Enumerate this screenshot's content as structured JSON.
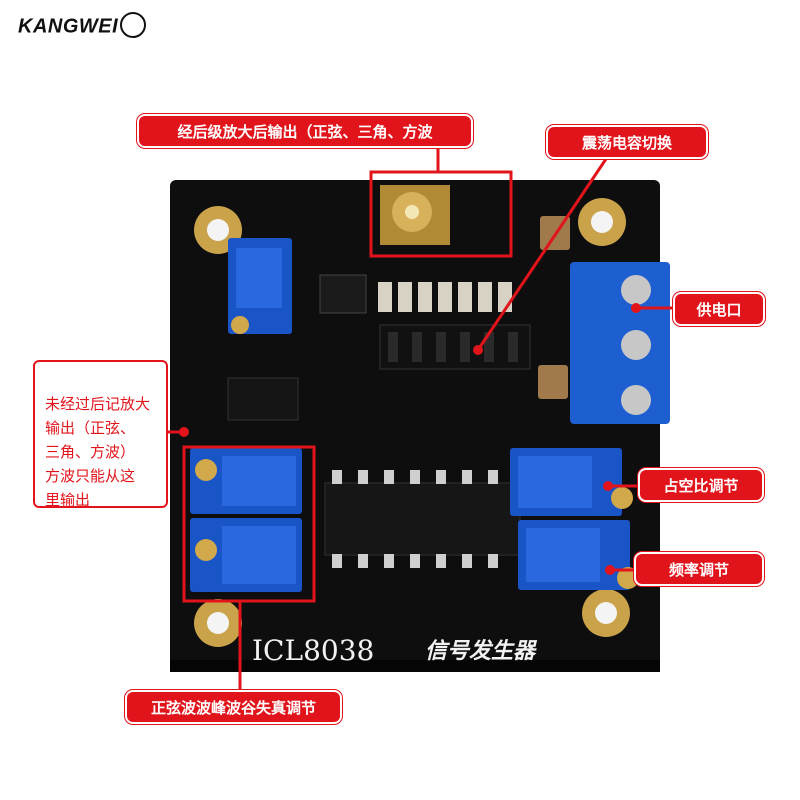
{
  "brand": {
    "name": "KANGWEI"
  },
  "board": {
    "chip_label": "ICL8038",
    "title_label": "信号发生器",
    "pcb_color": "#0e0e0e",
    "accent_color": "#e2141b",
    "pot_color": "#1a55c8",
    "terminal_color": "#1d5fd0"
  },
  "callouts": {
    "output_amplified": "经后级放大后输出（正弦、三角、方波",
    "cap_switch": "震荡电容切换",
    "power": "供电口",
    "raw_output": "未经过后记放大\n输出（正弦、\n三角、方波）\n方波只能从这\n里输出",
    "duty_cycle": "占空比调节",
    "frequency": "频率调节",
    "distortion": "正弦波波峰波谷失真调节"
  }
}
